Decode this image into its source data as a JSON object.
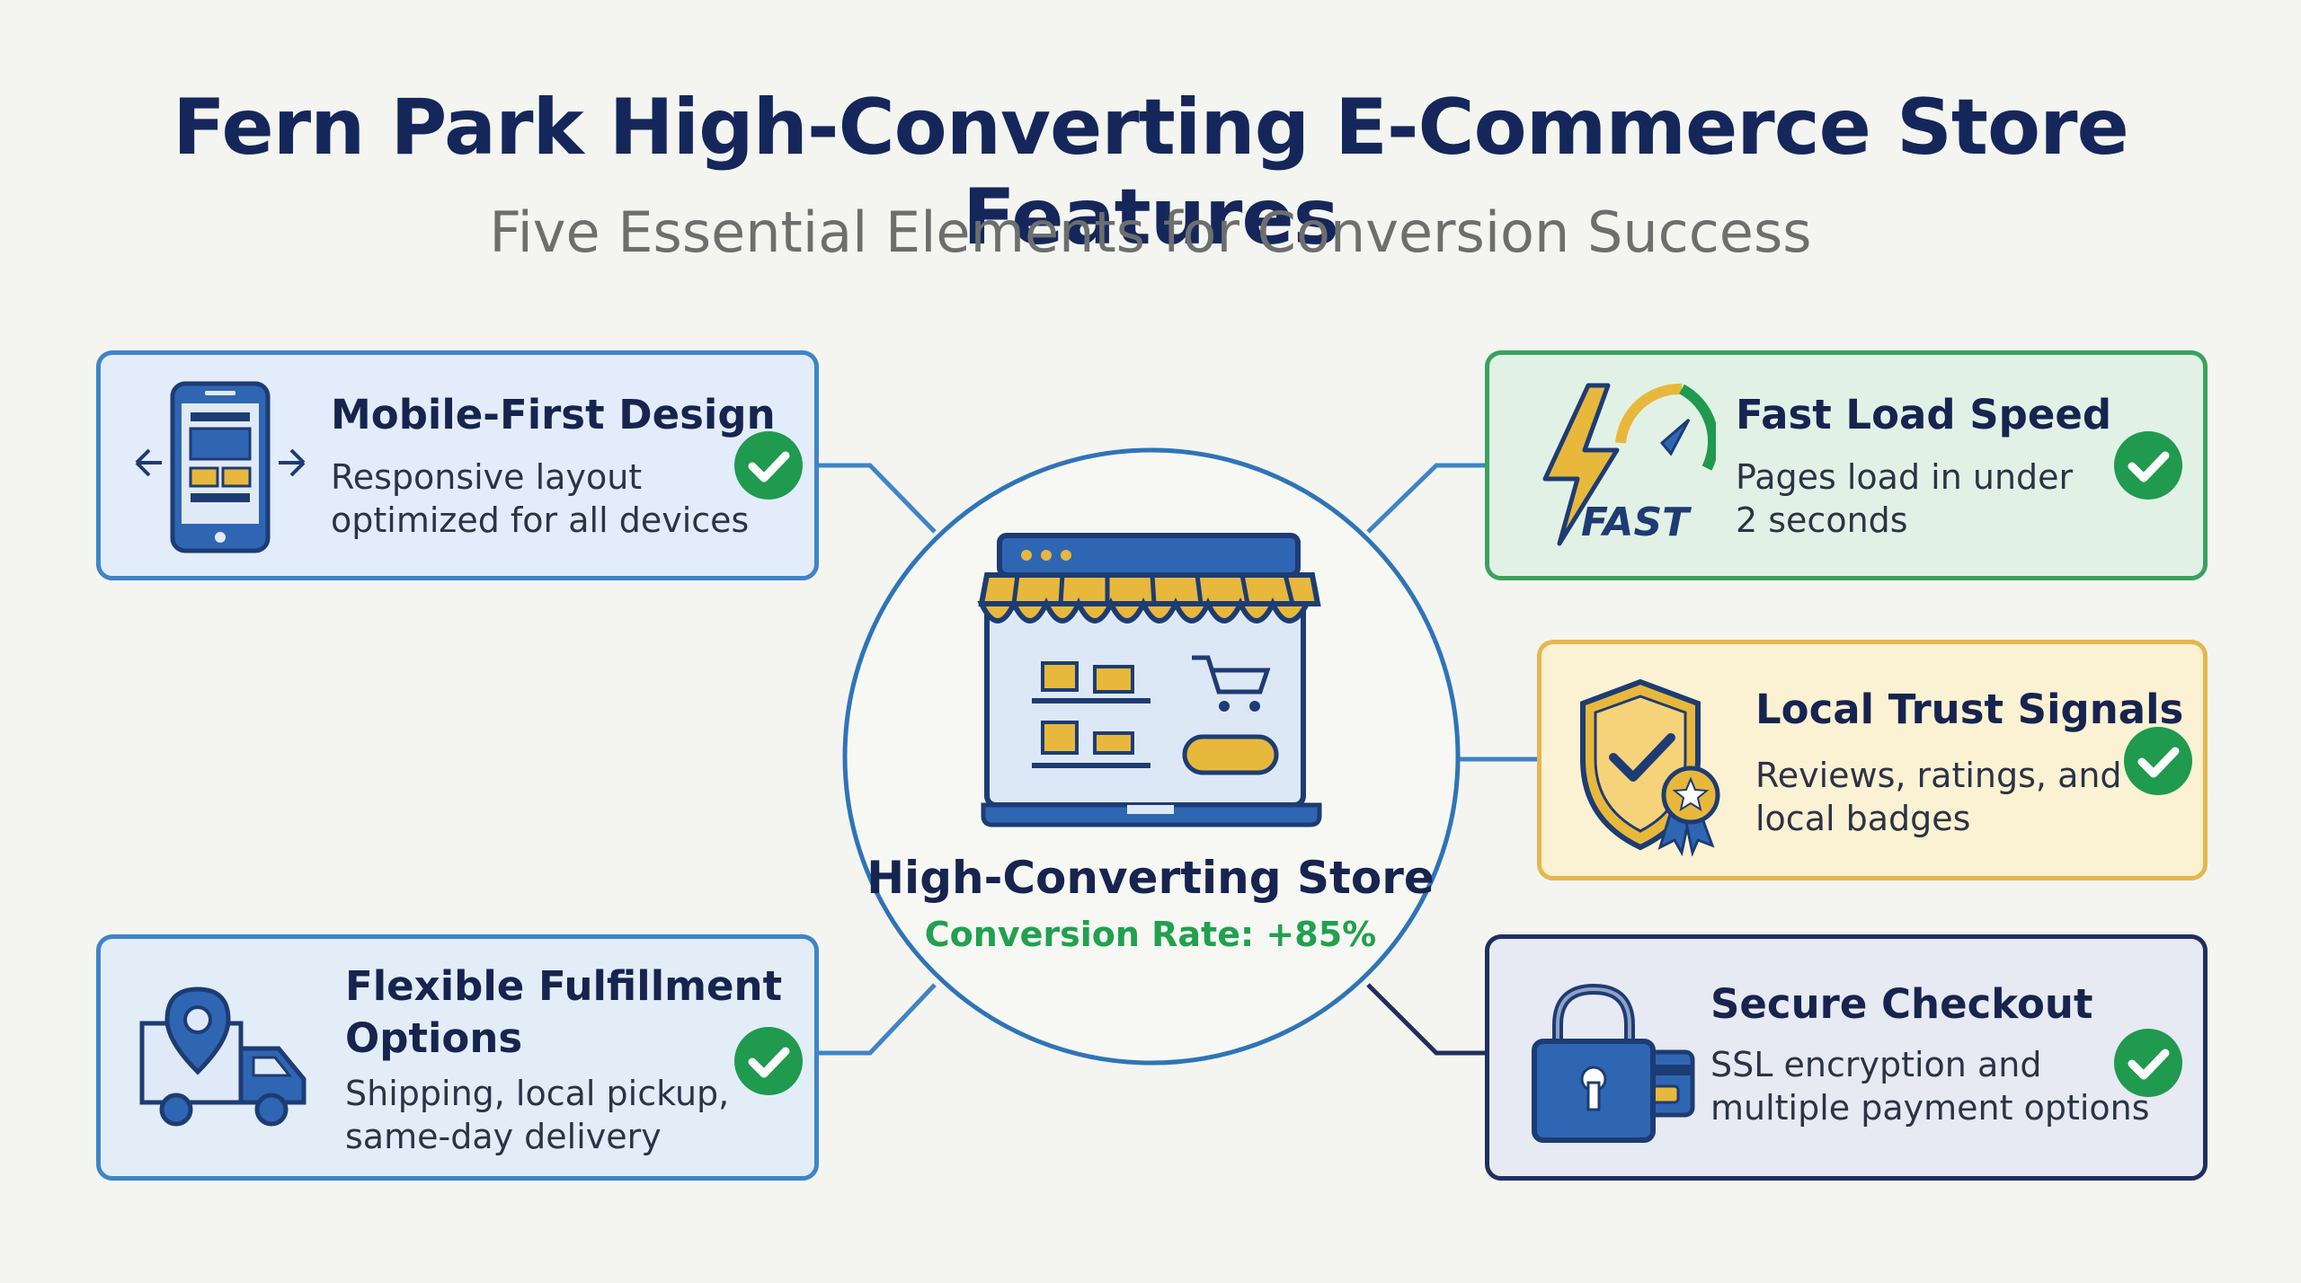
{
  "header": {
    "title": "Fern Park High-Converting E-Commerce Store Features",
    "subtitle": "Five Essential Elements for Conversion Success"
  },
  "center": {
    "title": "High-Converting Store",
    "rate": "Conversion Rate: +85%",
    "icon": "storefront-icon"
  },
  "features": {
    "mobile": {
      "title": "Mobile-First Design",
      "description": "Responsive layout\noptimized for all devices",
      "icon": "mobile-phone-icon"
    },
    "fast": {
      "title": "Fast Load Speed",
      "description": "Pages load in under\n2 seconds",
      "icon": "speedometer-lightning-icon",
      "icon_text": "FAST"
    },
    "trust": {
      "title": "Local Trust Signals",
      "description": "Reviews, ratings, and\nlocal badges",
      "icon": "shield-badge-icon"
    },
    "fulfill": {
      "title": "Flexible Fulfillment\nOptions",
      "description": "Shipping, local pickup,\nsame-day delivery",
      "icon": "delivery-truck-icon"
    },
    "secure": {
      "title": "Secure Checkout",
      "description": "SSL encryption and\nmultiple payment options",
      "icon": "padlock-card-icon"
    }
  },
  "colors": {
    "title": "#15275a",
    "check": "#1f9a4e",
    "mobile_border": "#3f84c8",
    "fast_border": "#3aa25e",
    "trust_border": "#e6b64f",
    "secure_border": "#1f2f5e",
    "rate": "#22a04f"
  }
}
